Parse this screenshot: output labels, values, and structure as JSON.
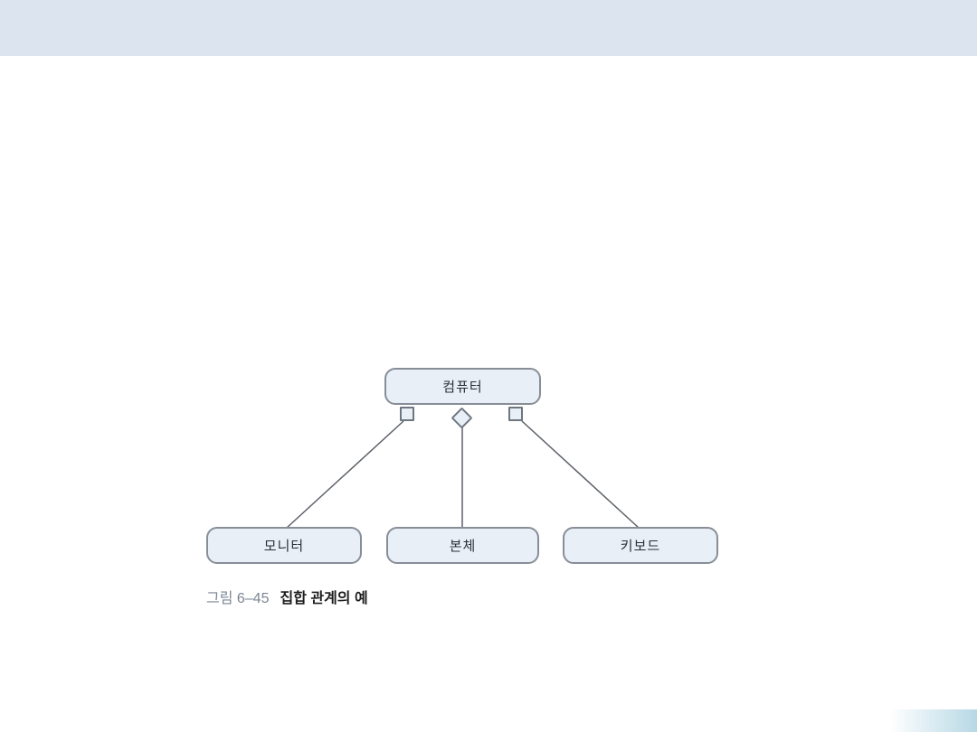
{
  "page": {
    "top_band_color": "#dce4ef",
    "corner_accent_color": "#b7d8e5",
    "background_color": "#ffffff"
  },
  "diagram": {
    "type": "uml-aggregation",
    "node_fill": "#e9eff7",
    "node_border": "#878e98",
    "line_color": "#5c6168",
    "root": {
      "label": "컴퓨터"
    },
    "children": [
      {
        "label": "모니터"
      },
      {
        "label": "본체"
      },
      {
        "label": "키보드"
      }
    ],
    "connectors": [
      {
        "shape": "square",
        "position": "left"
      },
      {
        "shape": "diamond",
        "position": "center"
      },
      {
        "shape": "square",
        "position": "right"
      }
    ]
  },
  "figure": {
    "caption_label": "그림 6–45",
    "caption_title": "집합 관계의 예"
  }
}
